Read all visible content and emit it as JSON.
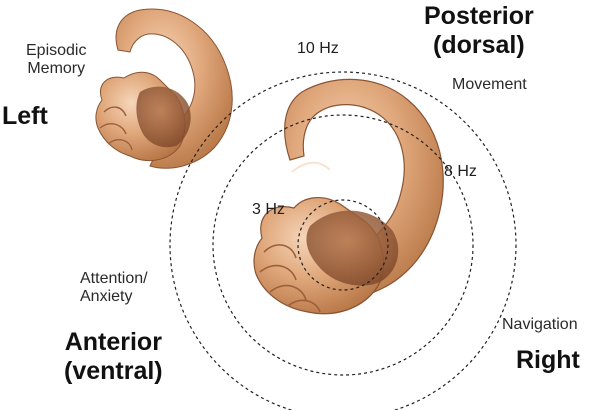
{
  "labels": {
    "episodic": "Episodic",
    "memory": "Memory",
    "left": "Left",
    "posterior": "Posterior",
    "dorsal": "(dorsal)",
    "movement": "Movement",
    "hz10": "10 Hz",
    "hz8": "8 Hz",
    "hz3": "3 Hz",
    "attention": "Attention/",
    "anxiety": "Anxiety",
    "anterior": "Anterior",
    "ventral": "(ventral)",
    "navigation": "Navigation",
    "right": "Right"
  },
  "colors": {
    "tissue_light": "#f2c9a6",
    "tissue_mid": "#d99a6c",
    "tissue_dark": "#9c5c38",
    "tissue_shadow": "#6e3b22",
    "circle_stroke": "#222222",
    "text": "#111111"
  }
}
